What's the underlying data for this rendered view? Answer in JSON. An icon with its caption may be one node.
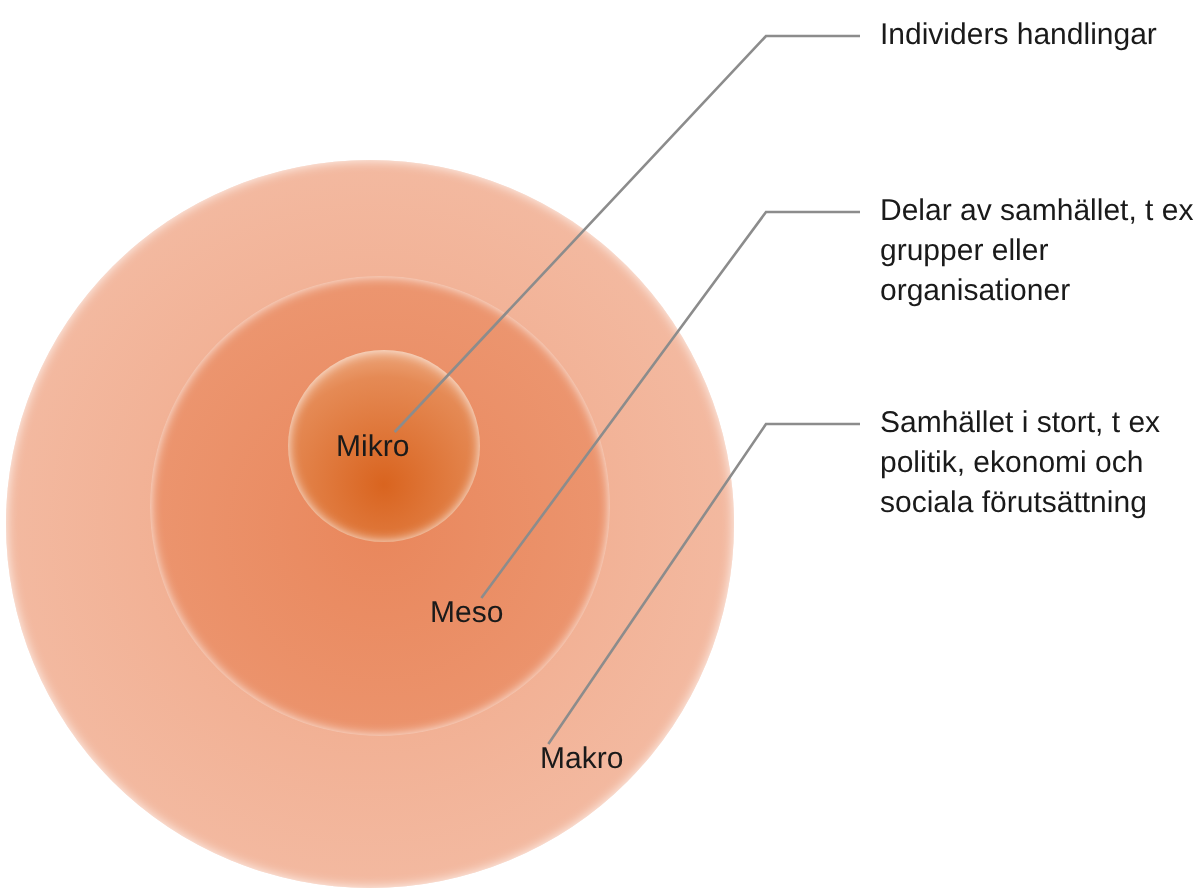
{
  "diagram": {
    "nodes": [
      {
        "text": [
          "Makro"
        ]
      },
      {
        "text": [
          "Meso"
        ],
        "in": 0
      },
      {
        "text": [
          "Mikro"
        ],
        "in": 1
      },
      {
        "text": [
          "Individers handlingar"
        ]
      },
      {
        "text": [
          "Delar av samhället, t ex grupper eller organisationer"
        ]
      },
      {
        "text": [
          "Samhället i stort, t ex politik, ekonomi och sociala förutsättning"
        ]
      }
    ],
    "edges": [
      {
        "from": 3,
        "to": 2,
        "arrow": "none"
      },
      {
        "from": 4,
        "to": 1,
        "arrow": "none"
      },
      {
        "from": 5,
        "to": 0,
        "arrow": "none"
      }
    ]
  }
}
